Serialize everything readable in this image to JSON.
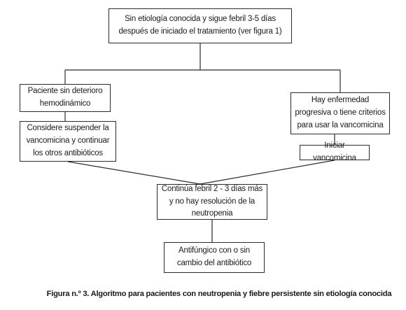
{
  "nodes": {
    "top": "Sin etiología conocida y sigue febril 3-5 días después de iniciado el tratamiento (ver figura 1)",
    "left_1": "Paciente sin deterioro hemodinámico",
    "left_2": "Considere suspender la vancomicina y continuar los otros antibióticos",
    "right_1": "Hay enfermedad progresiva o tiene criterios para usar la vancomicina",
    "right_2": "Iniciar vancomicina",
    "middle": "Continúa febril 2 - 3 días más y no hay resolución de la neutropenia",
    "bottom": "Antifúngico con o sin cambio del antibiótico"
  },
  "caption": "Figura n.º 3. Algoritmo para pacientes con neutropenia y fiebre persistente sin etiología conocida",
  "colors": {
    "line": "#2a2a2a",
    "box_background": "#ffffff",
    "text": "#1a1a1a"
  }
}
